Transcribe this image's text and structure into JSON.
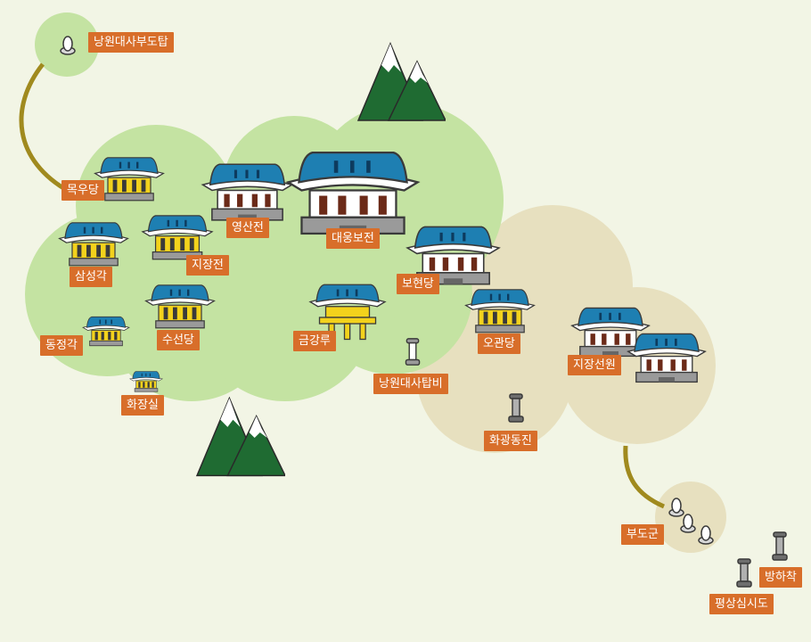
{
  "colors": {
    "background": "#f2f5e5",
    "green_area": "#c4e3a2",
    "tan_area": "#e7e0bf",
    "path": "#a08a1e",
    "label_bg": "#d86e2a",
    "roof_blue": "#1e7fb2",
    "wall_yellow": "#f3d21c",
    "wall_brown": "#6b2a18",
    "mountain": "#1f6b32"
  },
  "icons": [
    "hall-icon",
    "pavilion-icon",
    "stupa-icon",
    "pagoda-icon",
    "mountain-icon"
  ],
  "labels": {
    "nangwon_budo": "낭원대사부도탑",
    "mogudang": "목우당",
    "samseonggak": "삼성각",
    "jijangjeon": "지장전",
    "yeongsanjeon": "영산전",
    "daeungbojeon": "대웅보전",
    "bohyeondang": "보현당",
    "dongjeonggak": "동정각",
    "suseondang": "수선당",
    "geumganggru": "금강루",
    "nangwon_tapbi": "낭원대사탑비",
    "ogwandang": "오관당",
    "jijangseonwon": "지장선원",
    "hwajangsil": "화장실",
    "hwagwangdongjin": "화광동진",
    "budogun": "부도군",
    "banghachak": "방하착",
    "pyeongsangsimsido": "평상심시도"
  }
}
